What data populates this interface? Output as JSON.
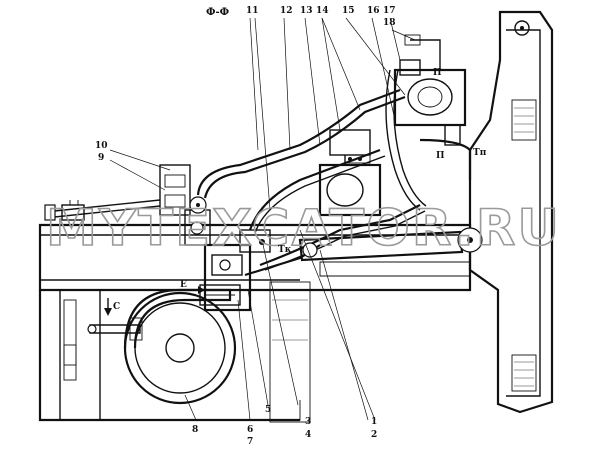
{
  "section_title": "Ф-Ф",
  "watermark": "MYTEXCATOR.RU",
  "callouts": {
    "n1": "1",
    "n2": "2",
    "n3": "3",
    "n4": "4",
    "n5": "5",
    "n6": "6",
    "n7": "7",
    "n8": "8",
    "n9": "9",
    "n10": "10",
    "n11": "11",
    "n12": "12",
    "n13": "13",
    "n14": "14",
    "n15": "15",
    "n16": "16",
    "n17": "17",
    "n18": "18"
  },
  "markers": {
    "e": "Е",
    "c": "С",
    "tk": "Тк",
    "tp": "Тп",
    "p": "П"
  }
}
